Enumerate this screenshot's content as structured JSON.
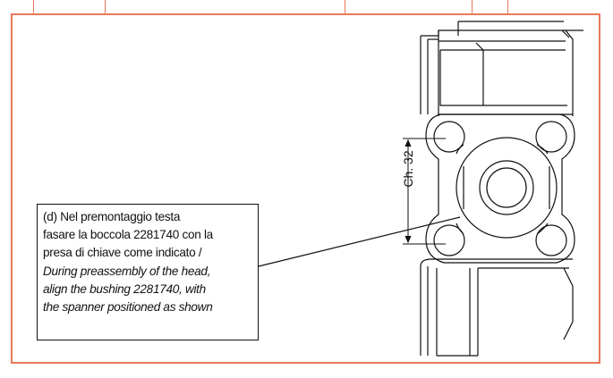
{
  "note": {
    "it_line1": "(d) Nel premontaggio testa",
    "it_line2": "fasare la boccola 2281740 con la",
    "it_line3": "presa di chiave come indicato /",
    "en_line1": "During preassembly of the head,",
    "en_line2": "align the bushing 2281740, with",
    "en_line3": "the spanner positioned as shown"
  },
  "dimension": {
    "label": "Ch. 32"
  },
  "colors": {
    "frame": "#e8795a",
    "ink": "#111111"
  }
}
